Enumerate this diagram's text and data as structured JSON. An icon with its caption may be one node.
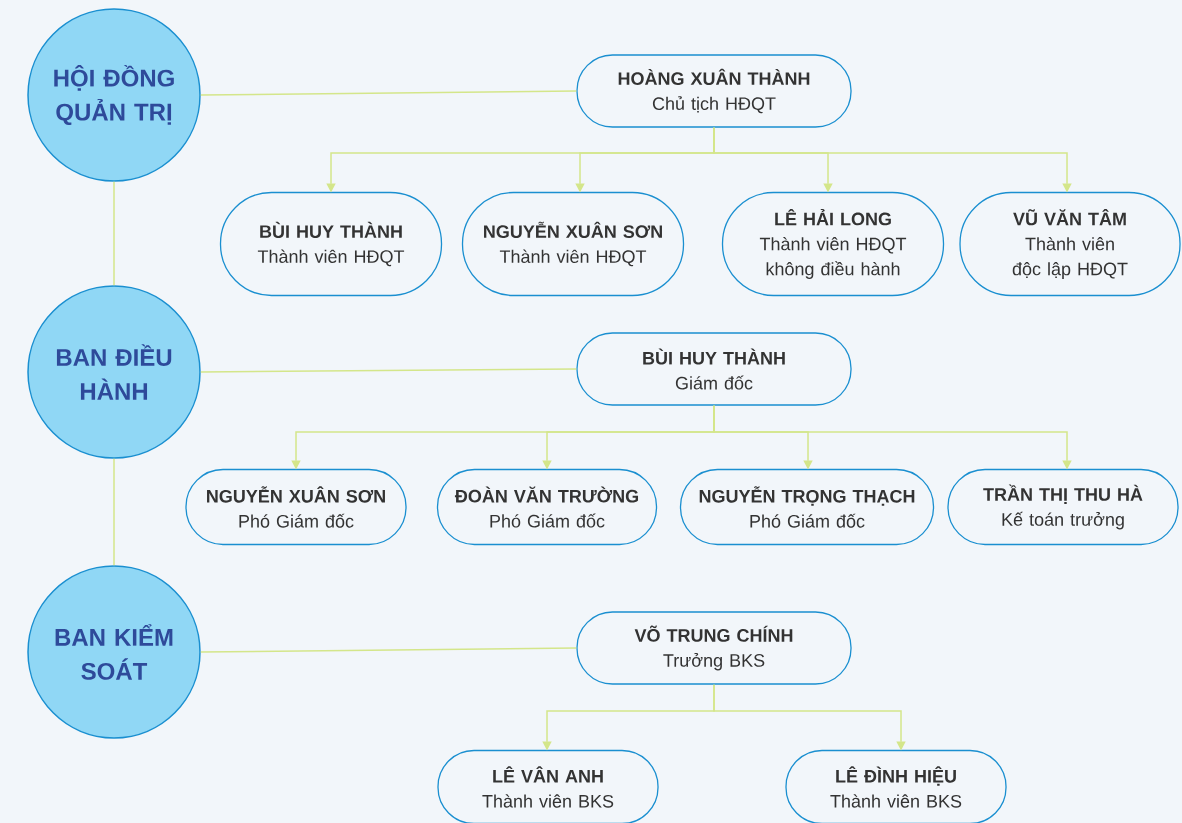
{
  "diagram": {
    "nodes": [
      {
        "text": [
          "HỘI ĐỒNG QUẢN TRỊ"
        ]
      },
      {
        "text": [
          "HOÀNG  XUÂN THÀNH",
          "Chủ tịch HĐQT"
        ]
      },
      {
        "text": [
          "BÙI HUY THÀNH",
          "Thành viên HĐQT"
        ]
      },
      {
        "text": [
          "NGUYỄN XUÂN SƠN",
          "Thành viên HĐQT"
        ]
      },
      {
        "text": [
          "LÊ HẢI LONG",
          "Thành viên HĐQT không điều hành"
        ]
      },
      {
        "text": [
          "VŨ VĂN TÂM",
          "Thành viên độc lập HĐQT"
        ]
      },
      {
        "text": [
          "BAN ĐIỀU HÀNH"
        ]
      },
      {
        "text": [
          "BÙI HUY THÀNH",
          "Giám đốc"
        ]
      },
      {
        "text": [
          "NGUYỄN XUÂN SƠN",
          "Phó Giám đốc"
        ]
      },
      {
        "text": [
          "ĐOÀN VĂN TRƯỜNG",
          "Phó Giám đốc"
        ]
      },
      {
        "text": [
          "NGUYỄN TRỌNG THẠCH",
          "Phó Giám đốc"
        ]
      },
      {
        "text": [
          "TRẦN THỊ THU HÀ",
          "Kế toán trưởng"
        ]
      },
      {
        "text": [
          "BAN KIỂM SOÁT"
        ]
      },
      {
        "text": [
          "VÕ TRUNG CHÍNH",
          "Trưởng BKS"
        ]
      },
      {
        "text": [
          "LÊ VÂN ANH",
          "Thành viên BKS"
        ]
      },
      {
        "text": [
          "LÊ ĐÌNH HIỆU",
          "Thành viên BKS"
        ]
      }
    ],
    "edges": [
      {
        "from": 0,
        "to": 1,
        "arrow": "none"
      },
      {
        "from": 1,
        "to": 2,
        "arrow": "to"
      },
      {
        "from": 1,
        "to": 3,
        "arrow": "to"
      },
      {
        "from": 1,
        "to": 4,
        "arrow": "to"
      },
      {
        "from": 1,
        "to": 5,
        "arrow": "to"
      },
      {
        "from": 0,
        "to": 6,
        "arrow": "none"
      },
      {
        "from": 6,
        "to": 7,
        "arrow": "none"
      },
      {
        "from": 7,
        "to": 8,
        "arrow": "to"
      },
      {
        "from": 7,
        "to": 9,
        "arrow": "to"
      },
      {
        "from": 7,
        "to": 10,
        "arrow": "to"
      },
      {
        "from": 7,
        "to": 11,
        "arrow": "to"
      },
      {
        "from": 6,
        "to": 12,
        "arrow": "none"
      },
      {
        "from": 12,
        "to": 13,
        "arrow": "none"
      },
      {
        "from": 13,
        "to": 14,
        "arrow": "to"
      },
      {
        "from": 13,
        "to": 15,
        "arrow": "to"
      }
    ]
  }
}
